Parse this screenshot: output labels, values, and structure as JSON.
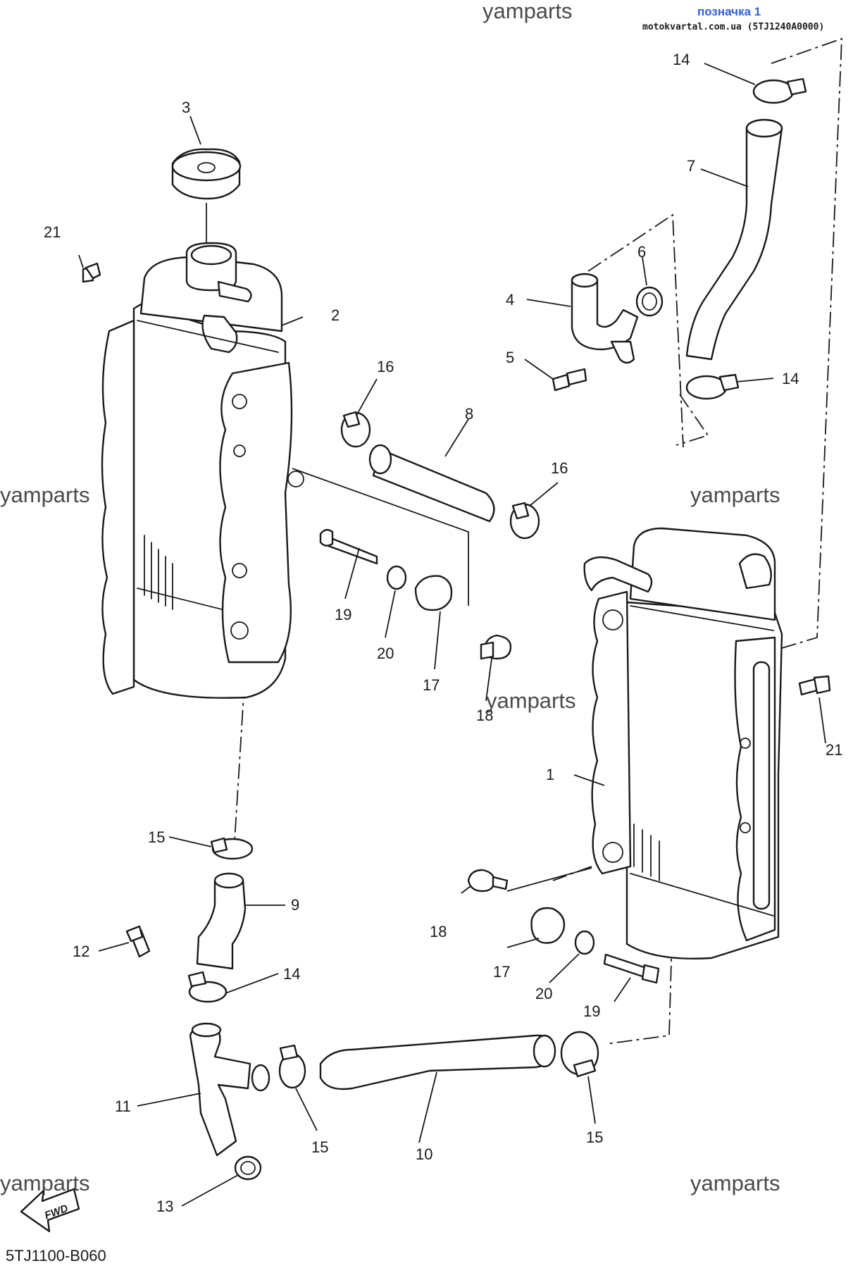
{
  "header": {
    "label": "позначка 1",
    "source": "motokvartal.com.ua (5TJ1240A0000)"
  },
  "watermark": "yamparts",
  "diagram_code": "5TJ1100-B060",
  "fwd_label": "FWD",
  "callouts": {
    "c1": "1",
    "c2": "2",
    "c3": "3",
    "c4": "4",
    "c5": "5",
    "c6": "6",
    "c7": "7",
    "c8": "8",
    "c9": "9",
    "c10": "10",
    "c11": "11",
    "c12": "12",
    "c13": "13",
    "c14a": "14",
    "c14b": "14",
    "c14c": "14",
    "c15a": "15",
    "c15b": "15",
    "c15c": "15",
    "c16a": "16",
    "c16b": "16",
    "c17a": "17",
    "c17b": "17",
    "c18a": "18",
    "c18b": "18",
    "c19a": "19",
    "c19b": "19",
    "c20a": "20",
    "c20b": "20",
    "c21a": "21",
    "c21b": "21"
  }
}
